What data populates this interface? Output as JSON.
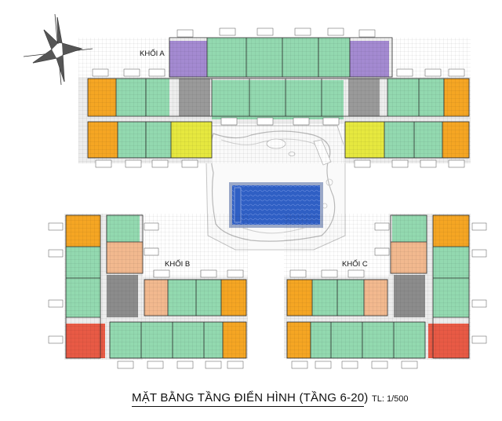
{
  "plan": {
    "title": "MẶT BẰNG TẦNG ĐIỂN HÌNH (TẦNG 6-20)",
    "scale": "TL: 1/500",
    "blocks": [
      {
        "label": "KHỐI A"
      },
      {
        "label": "KHỐI B"
      },
      {
        "label": "KHỐI C"
      }
    ]
  },
  "colors": {
    "green": "#93d9b0",
    "orange": "#f5a623",
    "purple": "#a48ad1",
    "yellow": "#e6e83f",
    "salmon": "#f2b98f",
    "red": "#e85a45",
    "core_gray": "#8c8c8c",
    "corridor": "#ededed",
    "pool": "#2f5fc4",
    "pool_border": "#9aa8c8",
    "landscape_line": "#b9b9b9"
  },
  "icons": {
    "compass": "compass-rose-icon"
  }
}
